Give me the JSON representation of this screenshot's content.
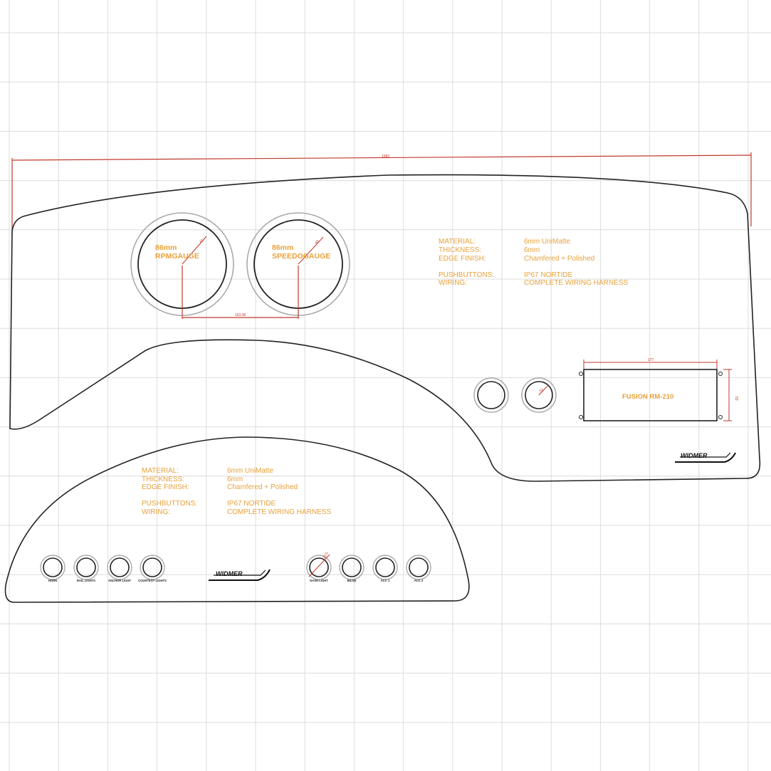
{
  "overall_dimension": "1582",
  "gauges": [
    {
      "size": "86mm",
      "name": "RPMGAUGE",
      "radius_dim": "43"
    },
    {
      "size": "86mm",
      "name": "SPEEDOGAUGE",
      "radius_dim": "43"
    }
  ],
  "gauge_spacing_dim": "163.36",
  "small_gauge_dim": "52",
  "specs_upper": {
    "material_label": "MATERIAL:",
    "material_value": "6mm UniMatte",
    "thickness_label": "THICKNESS:",
    "thickness_value": "6mm",
    "edge_label": "EDGE FINISH:",
    "edge_value": "Chamfered + Polished",
    "pushbuttons_label": "PUSHBUTTONS:",
    "pushbuttons_value": "IP67 NORTIDE",
    "wiring_label": "WIRING:",
    "wiring_value": "COMPLETE WIRING HARNESS"
  },
  "specs_lower": {
    "material_label": "MATERIAL:",
    "material_value": "6mm UniMatte",
    "thickness_label": "THICKNESS:",
    "thickness_value": "6mm",
    "edge_label": "EDGE FINISH:",
    "edge_value": "Chamfered + Polished",
    "pushbuttons_label": "PUSHBUTTONS:",
    "pushbuttons_value": "IP67 NORTIDE",
    "wiring_label": "WIRING:",
    "wiring_value": "COMPLETE WIRING HARNESS"
  },
  "radio": {
    "label": "FUSION RM-210",
    "width_dim": "177",
    "height_dim": "53"
  },
  "logo_text": "WIDMER",
  "button_dim": "22.5",
  "buttons": [
    "HORN",
    "RAIL LIGHTS",
    "ANCHOR LIGHT",
    "COURTESY LIGHTS",
    "DASH LIGHT",
    "BILGE",
    "ACC 1",
    "ACC 2"
  ],
  "colors": {
    "annotation": "#e8a13a",
    "dimension": "#c0392b",
    "outline": "#222222",
    "grid": "#dcdcdc"
  }
}
